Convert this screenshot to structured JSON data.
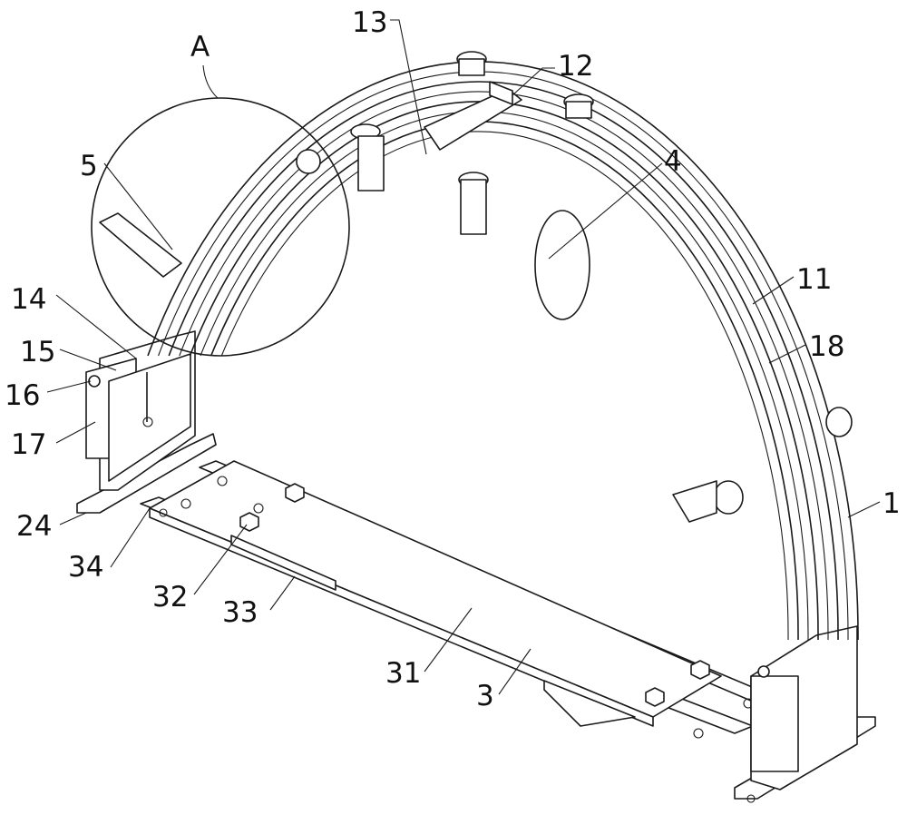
{
  "figure": {
    "labels": {
      "A": "A",
      "n13": "13",
      "n12": "12",
      "n5": "5",
      "n4": "4",
      "n11": "11",
      "n18": "18",
      "n14": "14",
      "n15": "15",
      "n16": "16",
      "n17": "17",
      "n1": "1",
      "n24": "24",
      "n34": "34",
      "n32": "32",
      "n33": "33",
      "n31": "31",
      "n3": "3"
    }
  }
}
